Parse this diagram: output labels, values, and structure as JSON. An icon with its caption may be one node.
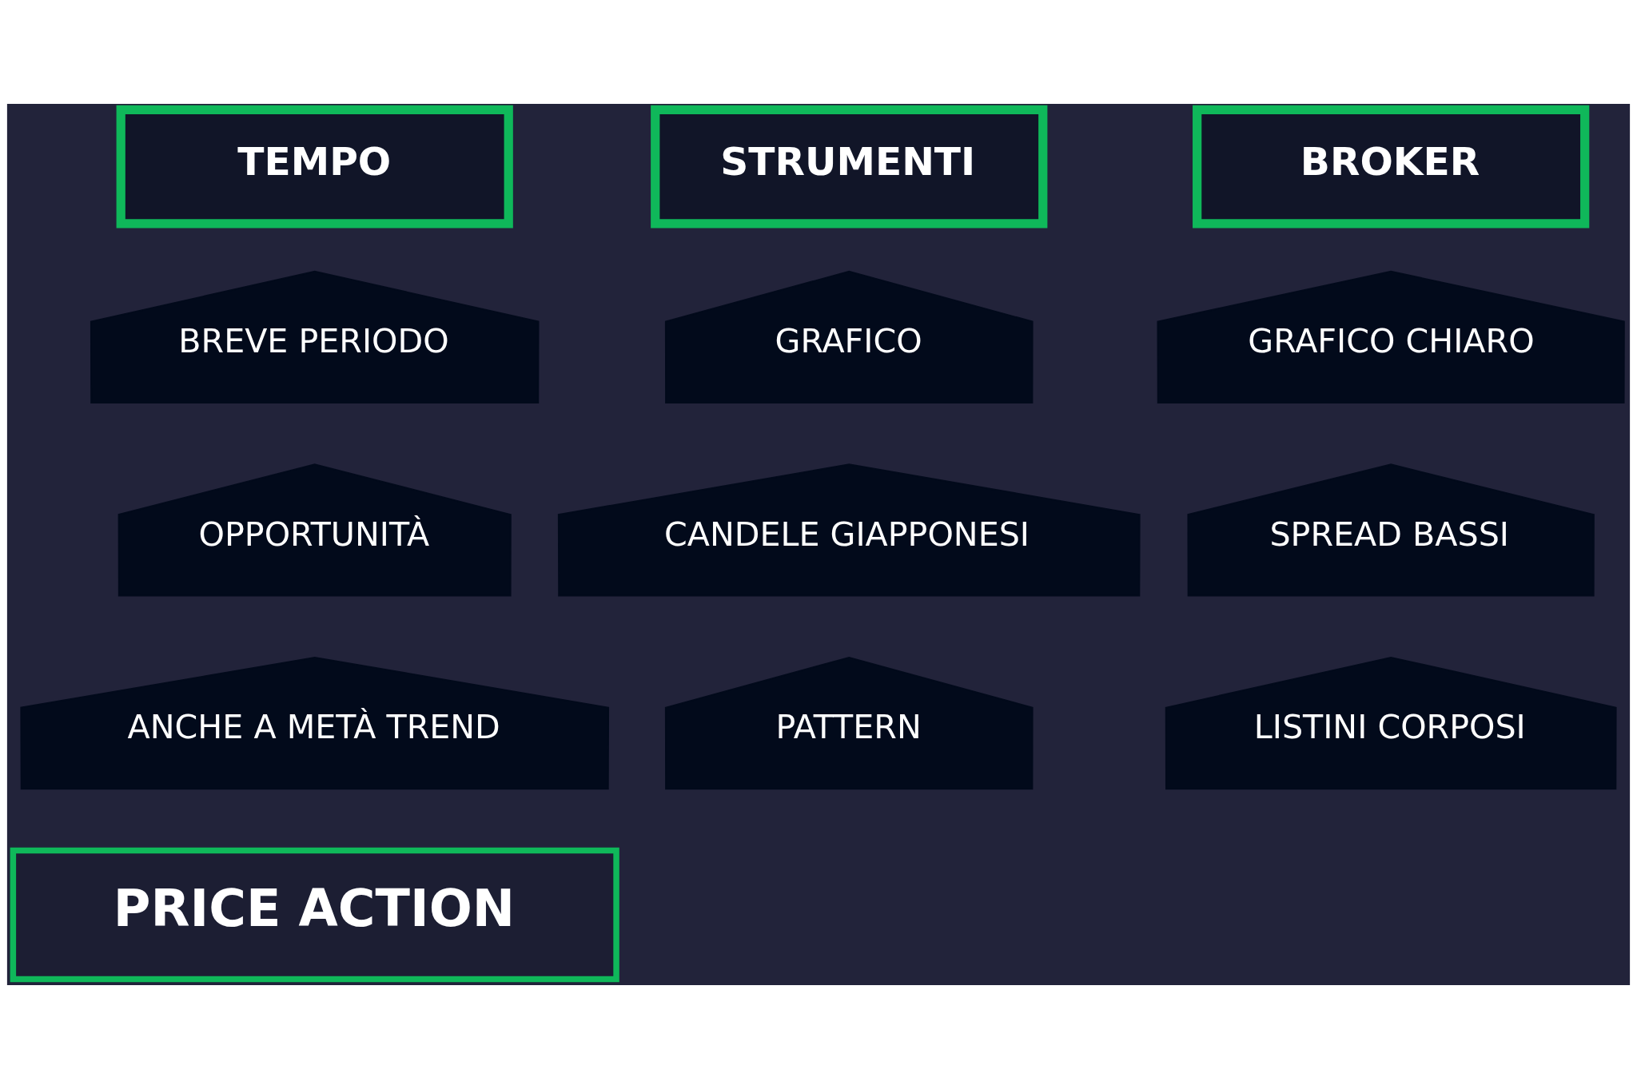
{
  "diagram": {
    "nodes": [
      {
        "text": [
          "TEMPO"
        ]
      },
      {
        "text": [
          "STRUMENTI"
        ]
      },
      {
        "text": [
          "BROKER"
        ]
      },
      {
        "text": [
          "BREVE PERIODO"
        ]
      },
      {
        "text": [
          "GRAFICO"
        ]
      },
      {
        "text": [
          "GRAFICO CHIARO"
        ]
      },
      {
        "text": [
          "OPPORTUNITÀ"
        ]
      },
      {
        "text": [
          "CANDELE GIAPPONESI"
        ]
      },
      {
        "text": [
          "SPREAD BASSI"
        ]
      },
      {
        "text": [
          "ANCHE A METÀ TREND"
        ]
      },
      {
        "text": [
          "PATTERN"
        ]
      },
      {
        "text": [
          "LISTINI CORPOSI"
        ]
      },
      {
        "text": [
          "PRICE ACTION"
        ]
      }
    ],
    "edges": []
  }
}
